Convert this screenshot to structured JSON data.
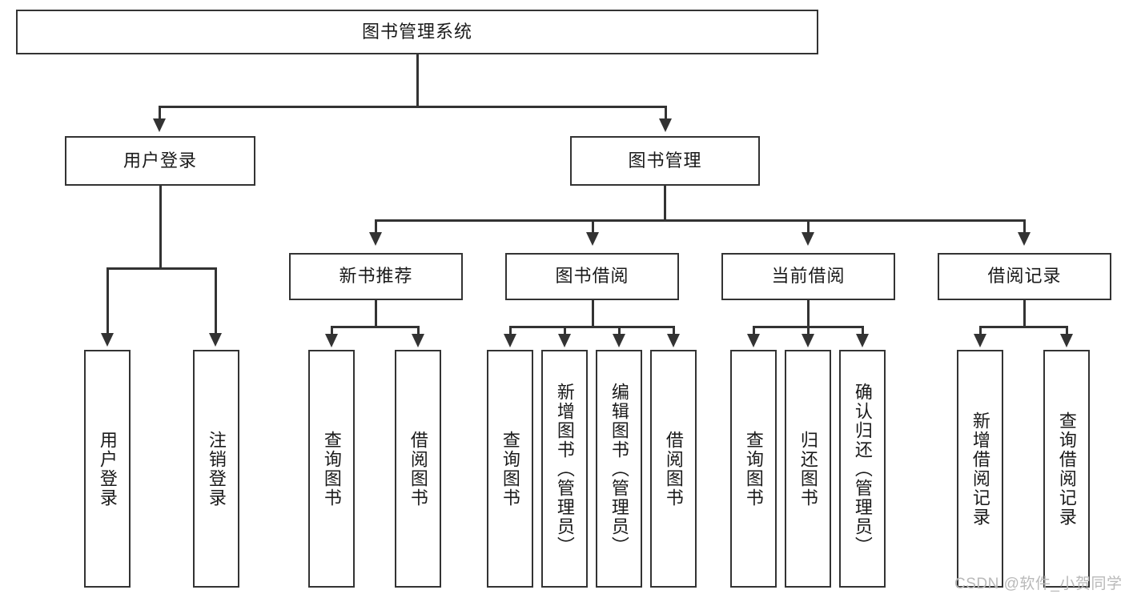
{
  "diagram": {
    "type": "tree-hierarchy-chart",
    "title": "图书管理系统",
    "root": {
      "label": "图书管理系统"
    },
    "level2": [
      {
        "label": "用户登录"
      },
      {
        "label": "图书管理"
      }
    ],
    "level3": [
      {
        "label": "新书推荐"
      },
      {
        "label": "图书借阅"
      },
      {
        "label": "当前借阅"
      },
      {
        "label": "借阅记录"
      }
    ],
    "leaves": {
      "user_login": [
        {
          "label": "用户登录"
        },
        {
          "label": "注销登录"
        }
      ],
      "new_book_recommend": [
        {
          "label": "查询图书"
        },
        {
          "label": "借阅图书"
        }
      ],
      "book_borrow": [
        {
          "label": "查询图书"
        },
        {
          "label": "新增图书（管理员）"
        },
        {
          "label": "编辑图书（管理员）"
        },
        {
          "label": "借阅图书"
        }
      ],
      "current_borrow": [
        {
          "label": "查询图书"
        },
        {
          "label": "归还图书"
        },
        {
          "label": "确认归还（管理员）"
        }
      ],
      "borrow_record": [
        {
          "label": "新增借阅记录"
        },
        {
          "label": "查询借阅记录"
        }
      ]
    }
  },
  "watermark": {
    "text": "CSDN @软件_小贺同学"
  },
  "colors": {
    "stroke": "#333333",
    "background": "#ffffff",
    "text": "#1a1a1a",
    "watermark": "#b9b9b9"
  }
}
